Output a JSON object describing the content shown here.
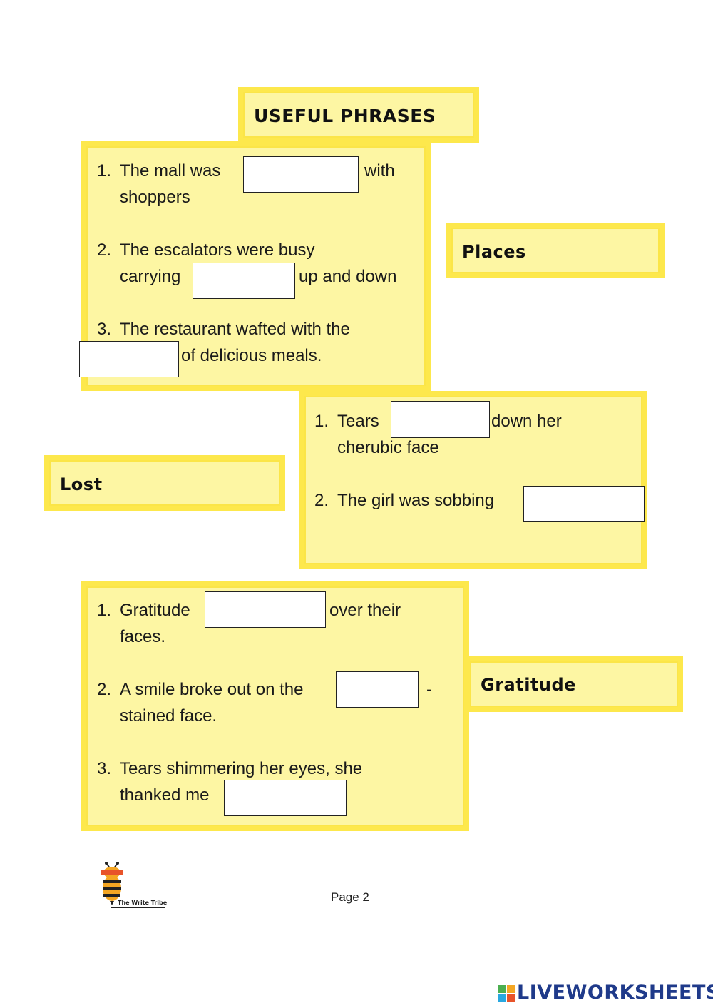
{
  "title": "USEFUL PHRASES",
  "sections": {
    "places": {
      "label": "Places",
      "items": [
        {
          "num": "1.",
          "before": "The mall was",
          "after": "with",
          "cont": "shoppers"
        },
        {
          "num": "2.",
          "line1": "The escalators were busy",
          "before": "carrying",
          "after": "up and down"
        },
        {
          "num": "3.",
          "line1": "The restaurant wafted with the",
          "after": "of delicious meals."
        }
      ]
    },
    "lost": {
      "label": "Lost",
      "items": [
        {
          "num": "1.",
          "before": "Tears",
          "after": "down her",
          "cont": "cherubic face"
        },
        {
          "num": "2.",
          "before": "The girl was sobbing"
        }
      ]
    },
    "gratitude": {
      "label": "Gratitude",
      "items": [
        {
          "num": "1.",
          "before": "Gratitude",
          "after": "over their",
          "cont": "faces."
        },
        {
          "num": "2.",
          "before": "A smile broke out on the",
          "after": "-",
          "cont": "stained face."
        },
        {
          "num": "3.",
          "before": "Tears shimmering her eyes, she",
          "cont": "thanked me"
        }
      ]
    }
  },
  "footer": {
    "page": "Page 2",
    "logo_text": "The Write Tribe",
    "brand": "LIVEWORKSHEETS"
  },
  "colors": {
    "card_fill": "#fdf6a3",
    "card_border": "#fde84c",
    "brand": "#1f3a8a"
  }
}
